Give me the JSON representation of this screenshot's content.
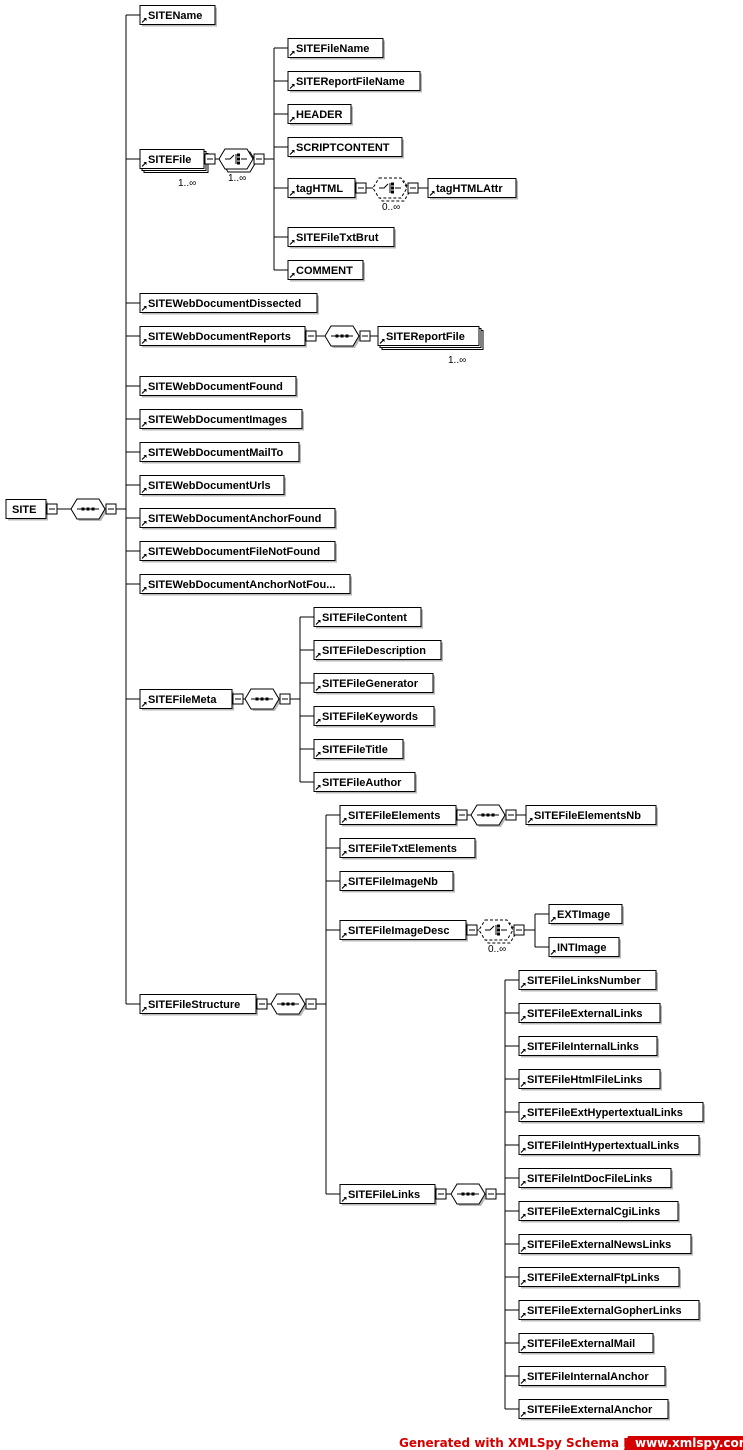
{
  "root": {
    "label": "SITE"
  },
  "elements": [
    {
      "key": "site_name",
      "label": "SITEName"
    },
    {
      "key": "site_file",
      "label": "SITEFile",
      "cardinality": "1..∞",
      "group_cardinality": "1..∞"
    },
    {
      "key": "site_file_name",
      "label": "SITEFileName"
    },
    {
      "key": "site_report_file_name",
      "label": "SITEReportFileName"
    },
    {
      "key": "header",
      "label": "HEADER"
    },
    {
      "key": "script_content",
      "label": "SCRIPTCONTENT"
    },
    {
      "key": "tag_html",
      "label": "tagHTML",
      "group_cardinality": "0..∞"
    },
    {
      "key": "tag_html_attr",
      "label": "tagHTMLAttr"
    },
    {
      "key": "site_file_txt_brut",
      "label": "SITEFileTxtBrut"
    },
    {
      "key": "comment",
      "label": "COMMENT"
    },
    {
      "key": "wd_dissected",
      "label": "SITEWebDocumentDissected"
    },
    {
      "key": "wd_reports",
      "label": "SITEWebDocumentReports"
    },
    {
      "key": "site_report_file",
      "label": "SITEReportFile",
      "cardinality": "1..∞"
    },
    {
      "key": "wd_found",
      "label": "SITEWebDocumentFound"
    },
    {
      "key": "wd_images",
      "label": "SITEWebDocumentImages"
    },
    {
      "key": "wd_mailto",
      "label": "SITEWebDocumentMailTo"
    },
    {
      "key": "wd_urls",
      "label": "SITEWebDocumentUrls"
    },
    {
      "key": "wd_anchor_found",
      "label": "SITEWebDocumentAnchorFound"
    },
    {
      "key": "wd_file_not_found",
      "label": "SITEWebDocumentFileNotFound"
    },
    {
      "key": "wd_anchor_not_found",
      "label": "SITEWebDocumentAnchorNotFou..."
    },
    {
      "key": "file_meta",
      "label": "SITEFileMeta"
    },
    {
      "key": "fm_content",
      "label": "SITEFileContent"
    },
    {
      "key": "fm_description",
      "label": "SITEFileDescription"
    },
    {
      "key": "fm_generator",
      "label": "SITEFileGenerator"
    },
    {
      "key": "fm_keywords",
      "label": "SITEFileKeywords"
    },
    {
      "key": "fm_title",
      "label": "SITEFileTitle"
    },
    {
      "key": "fm_author",
      "label": "SITEFileAuthor"
    },
    {
      "key": "file_structure",
      "label": "SITEFileStructure"
    },
    {
      "key": "fs_elements",
      "label": "SITEFileElements"
    },
    {
      "key": "fs_elements_nb",
      "label": "SITEFileElementsNb"
    },
    {
      "key": "fs_txt_elements",
      "label": "SITEFileTxtElements"
    },
    {
      "key": "fs_image_nb",
      "label": "SITEFileImageNb"
    },
    {
      "key": "fs_image_desc",
      "label": "SITEFileImageDesc",
      "group_cardinality": "0..∞"
    },
    {
      "key": "ext_image",
      "label": "EXTImage"
    },
    {
      "key": "int_image",
      "label": "INTImage"
    },
    {
      "key": "fs_links",
      "label": "SITEFileLinks"
    },
    {
      "key": "l_number",
      "label": "SITEFileLinksNumber"
    },
    {
      "key": "l_external",
      "label": "SITEFileExternalLinks"
    },
    {
      "key": "l_internal",
      "label": "SITEFileInternalLinks"
    },
    {
      "key": "l_html",
      "label": "SITEFileHtmlFileLinks"
    },
    {
      "key": "l_ext_hyper",
      "label": "SITEFileExtHypertextualLinks"
    },
    {
      "key": "l_int_hyper",
      "label": "SITEFileIntHypertextualLinks"
    },
    {
      "key": "l_int_doc",
      "label": "SITEFileIntDocFileLinks"
    },
    {
      "key": "l_ext_cgi",
      "label": "SITEFileExternalCgiLinks"
    },
    {
      "key": "l_ext_news",
      "label": "SITEFileExternalNewsLinks"
    },
    {
      "key": "l_ext_ftp",
      "label": "SITEFileExternalFtpLinks"
    },
    {
      "key": "l_ext_gopher",
      "label": "SITEFileExternalGopherLinks"
    },
    {
      "key": "l_ext_mail",
      "label": "SITEFileExternalMail"
    },
    {
      "key": "l_int_anchor",
      "label": "SITEFileInternalAnchor"
    },
    {
      "key": "l_ext_anchor",
      "label": "SITEFileExternalAnchor"
    }
  ],
  "footer": {
    "generated_text": "Generated with XMLSpy Schema Editor",
    "url_text": "www.xmlspy.com",
    "badge_color": "#d40000"
  },
  "icons": {
    "element_ref": "arrow-ref-icon",
    "collapse": "minus-icon",
    "sequence": "sequence-compositor-icon",
    "choice": "choice-compositor-icon"
  }
}
